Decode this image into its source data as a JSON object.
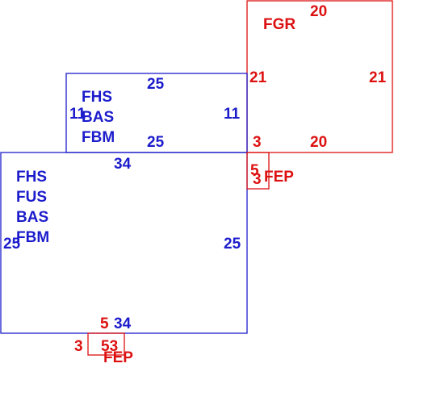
{
  "colors": {
    "main_area": "#1c1ccc",
    "other_area": "#dd1111",
    "background": "#ffffff"
  },
  "lower_section": {
    "codes": [
      "FHS",
      "FUS",
      "BAS",
      "FBM"
    ],
    "dim_top": "34",
    "dim_bottom": "34",
    "dim_left": "25",
    "dim_right": "25"
  },
  "upper_section": {
    "codes": [
      "FHS",
      "BAS",
      "FBM"
    ],
    "dim_top": "25",
    "dim_bottom": "25",
    "dim_left": "11",
    "dim_right": "11"
  },
  "garage": {
    "code": "FGR",
    "dim_top": "20",
    "dim_bottom": "20",
    "dim_left": "21",
    "dim_right": "21",
    "dim_corner": "3"
  },
  "porch_right": {
    "code": "FEP",
    "dim_top": "5",
    "dim_side": "3"
  },
  "porch_bottom": {
    "code": "FEP",
    "dim_left": "3",
    "dim_top": "5",
    "dim_inner": "53"
  }
}
